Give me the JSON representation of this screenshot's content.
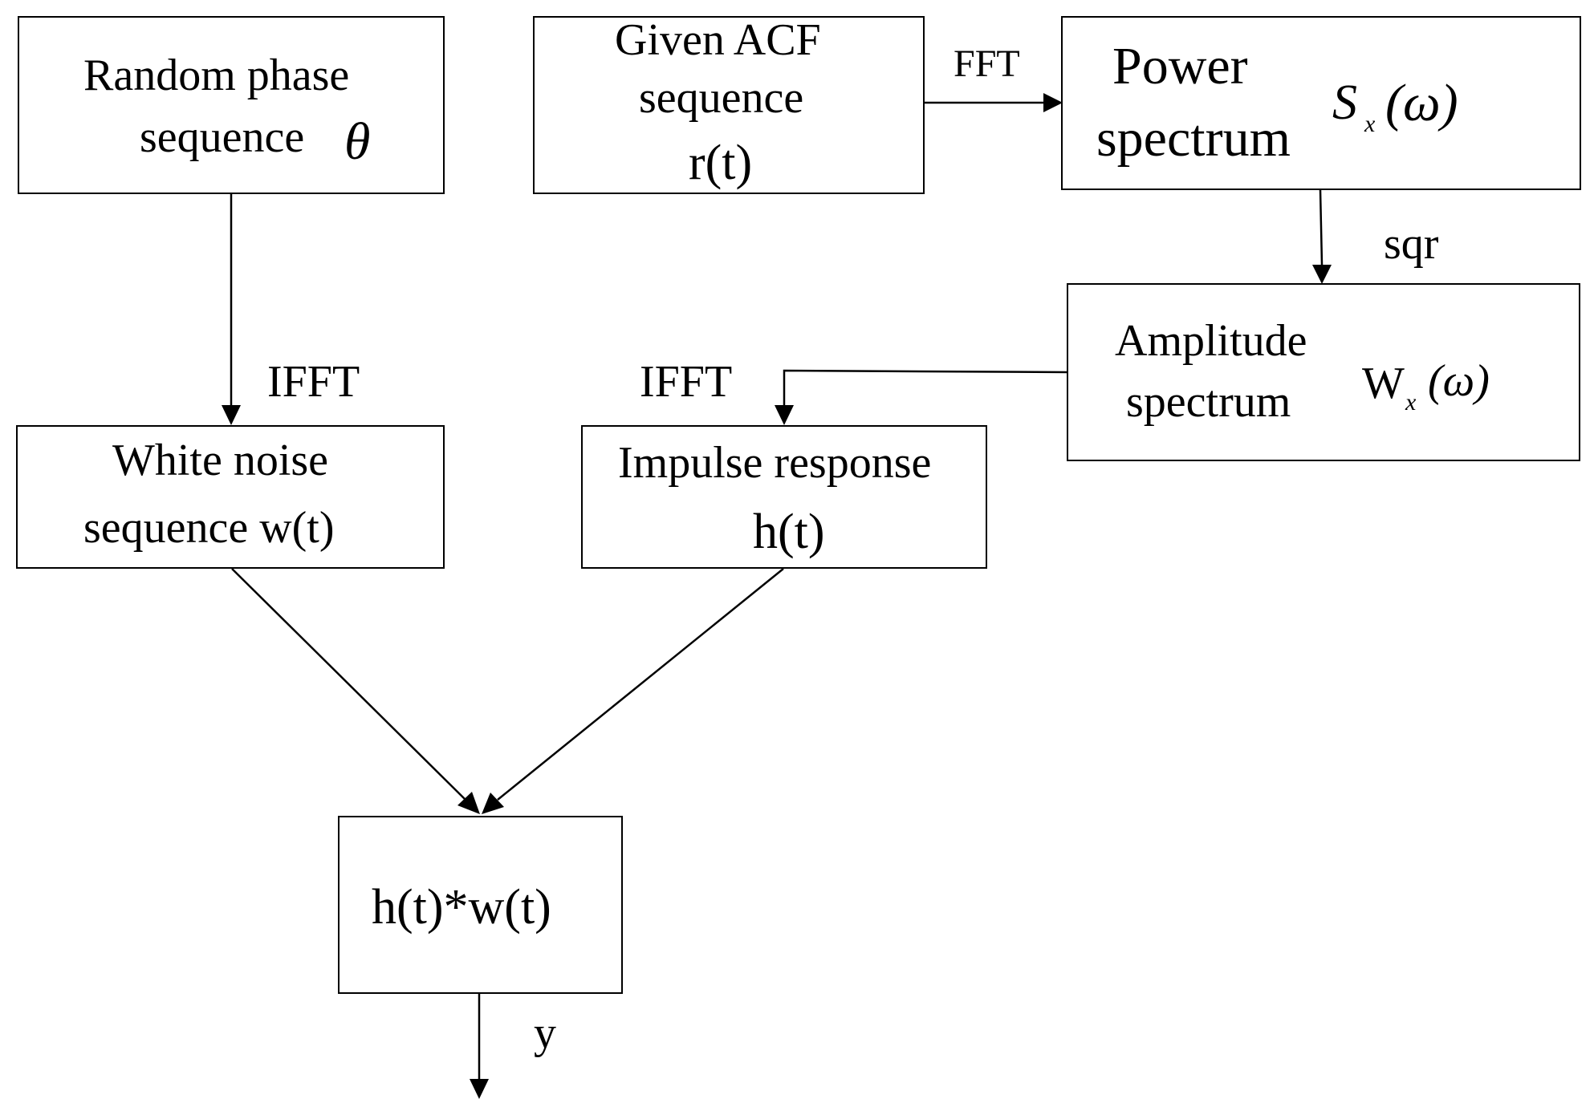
{
  "boxes": {
    "random_phase": {
      "line1": "Random phase",
      "line2": "sequence",
      "symbol": "θ"
    },
    "given_acf": {
      "line1": "Given ACF",
      "line2": "sequence",
      "line3": "r(t)"
    },
    "power_spectrum": {
      "line1": "Power",
      "line2": "spectrum",
      "symbol": "S",
      "subscript": "x",
      "argument": "(ω)"
    },
    "amplitude_spectrum": {
      "line1": "Amplitude",
      "line2": "spectrum",
      "symbol": "W",
      "subscript": "x",
      "argument": "(ω)"
    },
    "white_noise": {
      "line1": "White noise",
      "line2": "sequence w(t)"
    },
    "impulse_response": {
      "line1": "Impulse response",
      "line2": "h(t)"
    },
    "convolution": {
      "label": "h(t)*w(t)"
    }
  },
  "edge_labels": {
    "fft": "FFT",
    "sqr": "sqr",
    "ifft_left": "IFFT",
    "ifft_right": "IFFT",
    "output": "y"
  }
}
